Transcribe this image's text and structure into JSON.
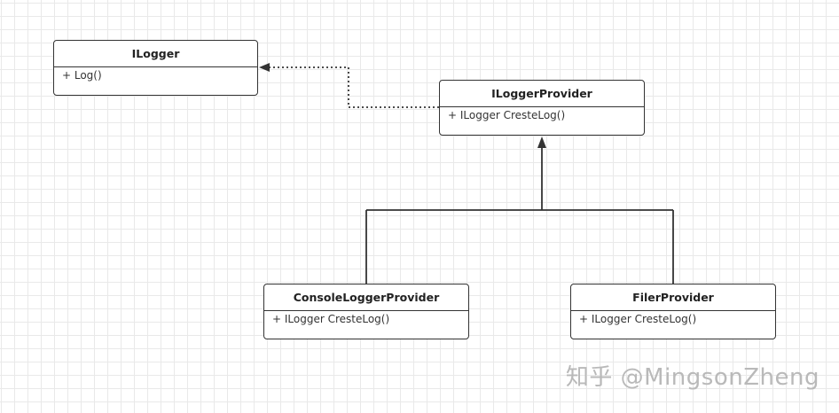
{
  "classes": {
    "ilogger": {
      "name": "ILogger",
      "methods": [
        "+ Log()"
      ]
    },
    "iloggerprovider": {
      "name": "ILoggerProvider",
      "methods": [
        "+ ILogger CresteLog()"
      ]
    },
    "console": {
      "name": "ConsoleLoggerProvider",
      "methods": [
        "+ ILogger CresteLog()"
      ]
    },
    "filer": {
      "name": "FilerProvider",
      "methods": [
        "+ ILogger CresteLog()"
      ]
    }
  },
  "relationships": [
    {
      "from": "ILoggerProvider",
      "to": "ILogger",
      "kind": "dependency",
      "style": "dotted"
    },
    {
      "from": "ConsoleLoggerProvider",
      "to": "ILoggerProvider",
      "kind": "inheritance",
      "style": "solid"
    },
    {
      "from": "FilerProvider",
      "to": "ILoggerProvider",
      "kind": "inheritance",
      "style": "solid"
    }
  ],
  "watermark": "知乎 @MingsonZheng",
  "colors": {
    "line": "#333333",
    "grid": "#e9e9e9",
    "watermark": "#b9b9b9"
  }
}
